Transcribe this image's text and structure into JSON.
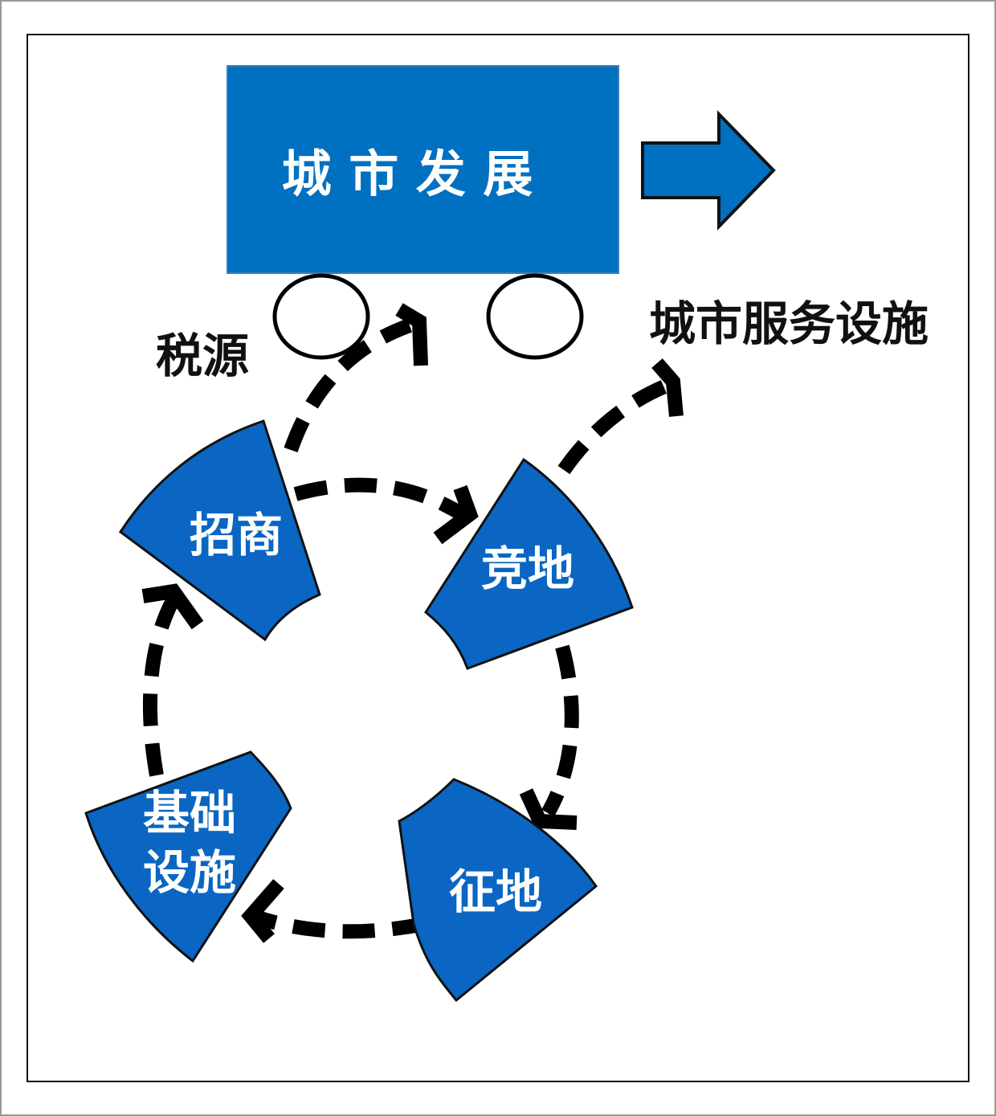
{
  "diagram": {
    "top_box": {
      "label": "城 市 发 展"
    },
    "labels": {
      "tax_source": "税源",
      "city_services": "城市服务设施"
    },
    "segments": [
      {
        "id": "invest",
        "label": "招商"
      },
      {
        "id": "bid_land",
        "label": "竞地"
      },
      {
        "id": "acquire_land",
        "label": "征地"
      },
      {
        "id": "infra",
        "label_line1": "基础",
        "label_line2": "设施"
      }
    ]
  },
  "colors": {
    "segment_fill": "#0A66C2",
    "box_fill": "#0070C0",
    "outline": "#111111",
    "arrow": "#000000"
  }
}
